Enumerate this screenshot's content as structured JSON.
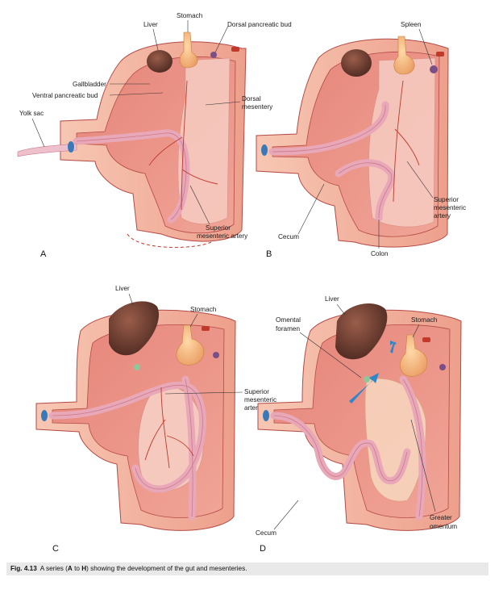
{
  "panels": [
    {
      "letter": "A",
      "labels": {
        "liver": "Liver",
        "stomach": "Stomach",
        "dorsal_pancreatic_bud": "Dorsal pancreatic bud",
        "gallbladder": "Gallbladder",
        "ventral_pancreatic_bud": "Ventral pancreatic bud",
        "yolk_sac": "Yolk sac",
        "dorsal_mesentery_1": "Dorsal",
        "dorsal_mesentery_2": "mesentery",
        "sma_1": "Superior",
        "sma_2": "mesenteric artery"
      }
    },
    {
      "letter": "B",
      "labels": {
        "spleen": "Spleen",
        "sma_1": "Superior",
        "sma_2": "mesenteric",
        "sma_3": "artery",
        "cecum": "Cecum",
        "colon": "Colon"
      }
    },
    {
      "letter": "C",
      "labels": {
        "liver": "Liver",
        "stomach": "Stomach",
        "sma_1": "Superior",
        "sma_2": "mesenteric",
        "sma_3": "artery"
      }
    },
    {
      "letter": "D",
      "labels": {
        "liver": "Liver",
        "omental_1": "Omental",
        "omental_2": "foramen",
        "stomach": "Stomach",
        "greater_1": "Greater",
        "greater_2": "omentum",
        "cecum": "Cecum"
      }
    }
  ],
  "caption": {
    "fig_number": "Fig. 4.13",
    "text_pre": "A series (",
    "bold_a": "A",
    "text_mid": " to ",
    "bold_h": "H",
    "text_post": ") showing the development of the gut and mesenteries."
  },
  "colors": {
    "wall_outer": "#f2b49f",
    "wall_inner": "#e98a7c",
    "wall_edge": "#b34a46",
    "mesentery": "#f6c9bf",
    "liver": "#6b3b2e",
    "stomach": "#f2b17a",
    "gut_tube": "#e9a8b8",
    "artery": "#c0392b",
    "blue": "#3a79b8",
    "purple": "#7a4f86",
    "green": "#8fc79a",
    "arrow": "#2e86c9"
  }
}
